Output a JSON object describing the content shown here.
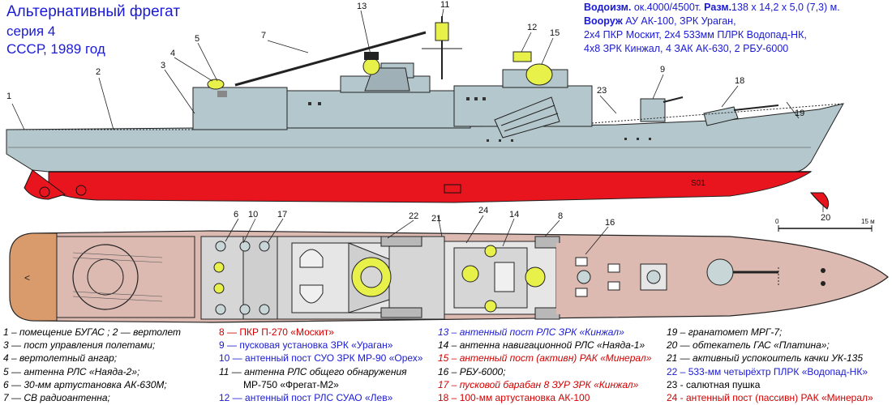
{
  "title": {
    "line1": "Альтернативный фрегат",
    "line2": "серия 4",
    "line3": "СССР, 1989 год"
  },
  "specs": {
    "disp_label": "Водоизм.",
    "disp_value": "ок.4000/4500т.",
    "dims_label": "Разм.",
    "dims_value": "138 х 14,2 х 5,0 (7,3) м.",
    "arm_label": "Вооруж",
    "arm_line1": "АУ АК-100, ЗРК Ураган,",
    "arm_line2": "2х4 ПКР Москит, 2х4 533мм ПЛРК Водопад-НК,",
    "arm_line3": "4х8 ЗРК Кинжал, 4 ЗАК АК-630, 2 РБУ-6000"
  },
  "scale": {
    "start": "0",
    "end": "15 м"
  },
  "hull_number": "S01",
  "callouts": {
    "side": [
      "1",
      "2",
      "3",
      "4",
      "5",
      "7",
      "13",
      "11",
      "12",
      "15",
      "23",
      "9",
      "18",
      "19",
      "20"
    ],
    "top": [
      "6",
      "10",
      "17",
      "22",
      "21",
      "24",
      "14",
      "8",
      "16"
    ]
  },
  "legend": {
    "col1": [
      "1 – помещение БУГАС ; 2 — вертолет",
      "3 — пост управления полетами;",
      "4 – вертолетный ангар;",
      "5 — антенна РЛС «Наяда-2»;",
      "6 — 30-мм артустановка АК-630М;",
      "7 — СВ радиоантенна;"
    ],
    "col2": [
      "8 — ПКР П-270 «Москит»",
      "9 — пусковая установка ЗРК «Ураган»",
      "10 — антенный пост СУО ЗРК МР-90 «Орех»",
      "11 — антенна РЛС общего обнаружения",
      "МР-750 «Фрегат-М2»",
      "12 — антенный пост РЛС СУАО «Лев»"
    ],
    "col3": [
      "13 – антенный пост РЛС ЗРК «Кинжал»",
      "14 – антенна навигационной РЛС «Наяда-1»",
      "15 – антенный пост (активн) РАК «Минерал»",
      "16 – РБУ-6000;",
      "17 – пусковой барабан 8 ЗУР ЗРК «Кинжал»",
      "18 – 100-мм артустановка АК-100"
    ],
    "col4": [
      "19 – гранатомет МРГ-7;",
      "20 — обтекатель ГАС «Платина»;",
      "21 — активный успокоитель качки УК-135",
      "22 – 533-мм четырёхтр ПЛРК «Водопад-НК»",
      "23 - салютная пушка",
      "24 - антенный пост (пассивн) РАК «Минерал»"
    ]
  },
  "colors": {
    "title": "#1a1ad6",
    "hull_grey": "#b4c7cc",
    "hull_red": "#e8151e",
    "deck": "#dcb9b1",
    "wood_deck": "#d99a6c",
    "yellow_dome": "#e8f04a",
    "legend_red": "#d00000",
    "legend_blue": "#1a1ad6"
  }
}
